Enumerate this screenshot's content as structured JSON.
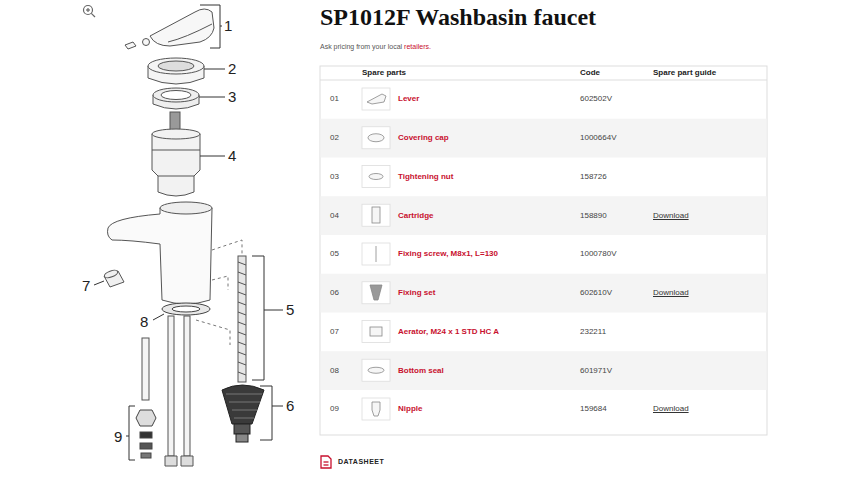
{
  "diagram": {
    "title": "SP1012F Washbasin faucet",
    "labels": [
      "1",
      "2",
      "3",
      "4",
      "5",
      "6",
      "7",
      "8",
      "9",
      "Ask pricing from your local",
      "retailers.",
      "Spare parts",
      "Code",
      "Spare part guide",
      "01",
      "Lever",
      "602502V",
      "02",
      "Covering cap",
      "1000664V",
      "03",
      "Tightening nut",
      "158726",
      "04",
      "Cartridge",
      "158890",
      "Download",
      "05",
      "Fixing screw, M8x1, L=130",
      "1000780V",
      "06",
      "Fixing set",
      "602610V",
      "Download",
      "07",
      "Aerator, M24 x 1 STD HC A",
      "232211",
      "08",
      "Bottom seal",
      "601971V",
      "09",
      "Nipple",
      "159684",
      "Download",
      "DATASHEET"
    ]
  }
}
